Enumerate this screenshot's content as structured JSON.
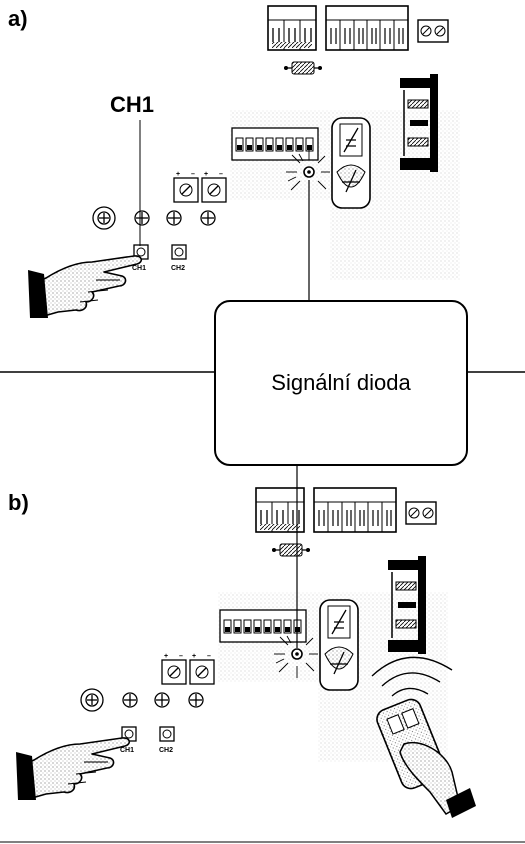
{
  "panels": [
    {
      "label": "a)"
    },
    {
      "label": "b)"
    }
  ],
  "callout": "CH1",
  "center_box": {
    "text": "Signální dioda"
  },
  "buttons": {
    "ch1": "CH1",
    "ch2": "CH2"
  },
  "colors": {
    "ink": "#000000",
    "paper": "#ffffff",
    "shade": "#9a9a9a"
  }
}
